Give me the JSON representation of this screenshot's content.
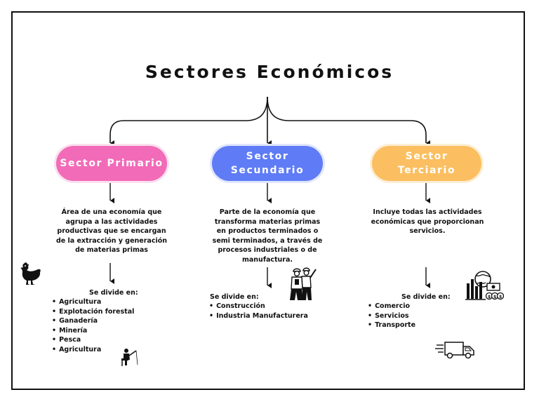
{
  "title": "Sectores Económicos",
  "colors": {
    "primary": "#f26bb8",
    "secondary": "#5f7cf6",
    "tertiary": "#fbbf61",
    "text": "#111111"
  },
  "sectors": [
    {
      "name": "Sector Primario",
      "description": "Área de una economía que agrupa a las actividades productivas que se encargan de la extracción y generación de materias primas",
      "divide_label": "Se divide en:",
      "items": [
        "Agricultura",
        "Explotación forestal",
        "Ganadería",
        "Minería",
        "Pesca",
        "Agricultura"
      ],
      "icons": [
        "chicken-icon",
        "fishing-person-icon"
      ]
    },
    {
      "name": "Sector Secundario",
      "description": "Parte de la economía que transforma materias primas en productos terminados o semi terminados, a través de procesos industriales o de manufactura.",
      "divide_label": "Se divide en:",
      "items": [
        "Construcción",
        "Industria Manufacturera"
      ],
      "icons": [
        "construction-workers-icon"
      ]
    },
    {
      "name": "Sector Terciario",
      "description": "Incluye todas las actividades económicas que proporcionan servicios.",
      "divide_label": "Se divide en:",
      "items": [
        "Comercio",
        "Servicios",
        "Transporte"
      ],
      "icons": [
        "commerce-money-icon",
        "delivery-truck-icon"
      ]
    }
  ]
}
